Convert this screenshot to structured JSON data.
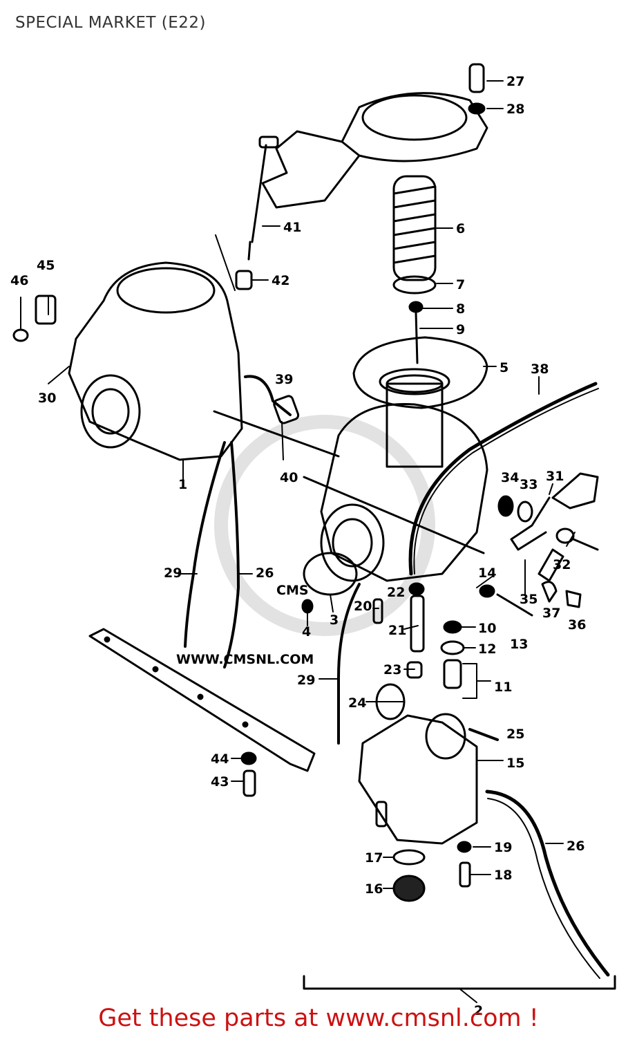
{
  "page": {
    "title": "SPECIAL MARKET (E22)",
    "promo_link": "Get these parts at www.cmsnl.com !"
  },
  "watermark": {
    "text": "WWW.CMSNL.COM",
    "logo_letters": "CMS"
  },
  "colors": {
    "link": "#cc1111",
    "line": "#000000",
    "watermark": "#dddddd"
  },
  "callouts": [
    {
      "label": "27"
    },
    {
      "label": "28"
    },
    {
      "label": "6"
    },
    {
      "label": "7"
    },
    {
      "label": "8"
    },
    {
      "label": "9"
    },
    {
      "label": "5"
    },
    {
      "label": "38"
    },
    {
      "label": "41"
    },
    {
      "label": "42"
    },
    {
      "label": "45"
    },
    {
      "label": "46"
    },
    {
      "label": "30"
    },
    {
      "label": "39"
    },
    {
      "label": "40"
    },
    {
      "label": "1"
    },
    {
      "label": "34"
    },
    {
      "label": "33"
    },
    {
      "label": "31"
    },
    {
      "label": "32"
    },
    {
      "label": "14"
    },
    {
      "label": "35"
    },
    {
      "label": "37"
    },
    {
      "label": "36"
    },
    {
      "label": "13"
    },
    {
      "label": "29"
    },
    {
      "label": "26"
    },
    {
      "label": "22"
    },
    {
      "label": "20"
    },
    {
      "label": "21"
    },
    {
      "label": "4"
    },
    {
      "label": "3"
    },
    {
      "label": "10"
    },
    {
      "label": "12"
    },
    {
      "label": "23"
    },
    {
      "label": "11"
    },
    {
      "label": "29"
    },
    {
      "label": "24"
    },
    {
      "label": "25"
    },
    {
      "label": "15"
    },
    {
      "label": "44"
    },
    {
      "label": "43"
    },
    {
      "label": "19"
    },
    {
      "label": "26"
    },
    {
      "label": "17"
    },
    {
      "label": "18"
    },
    {
      "label": "16"
    },
    {
      "label": "2"
    }
  ]
}
